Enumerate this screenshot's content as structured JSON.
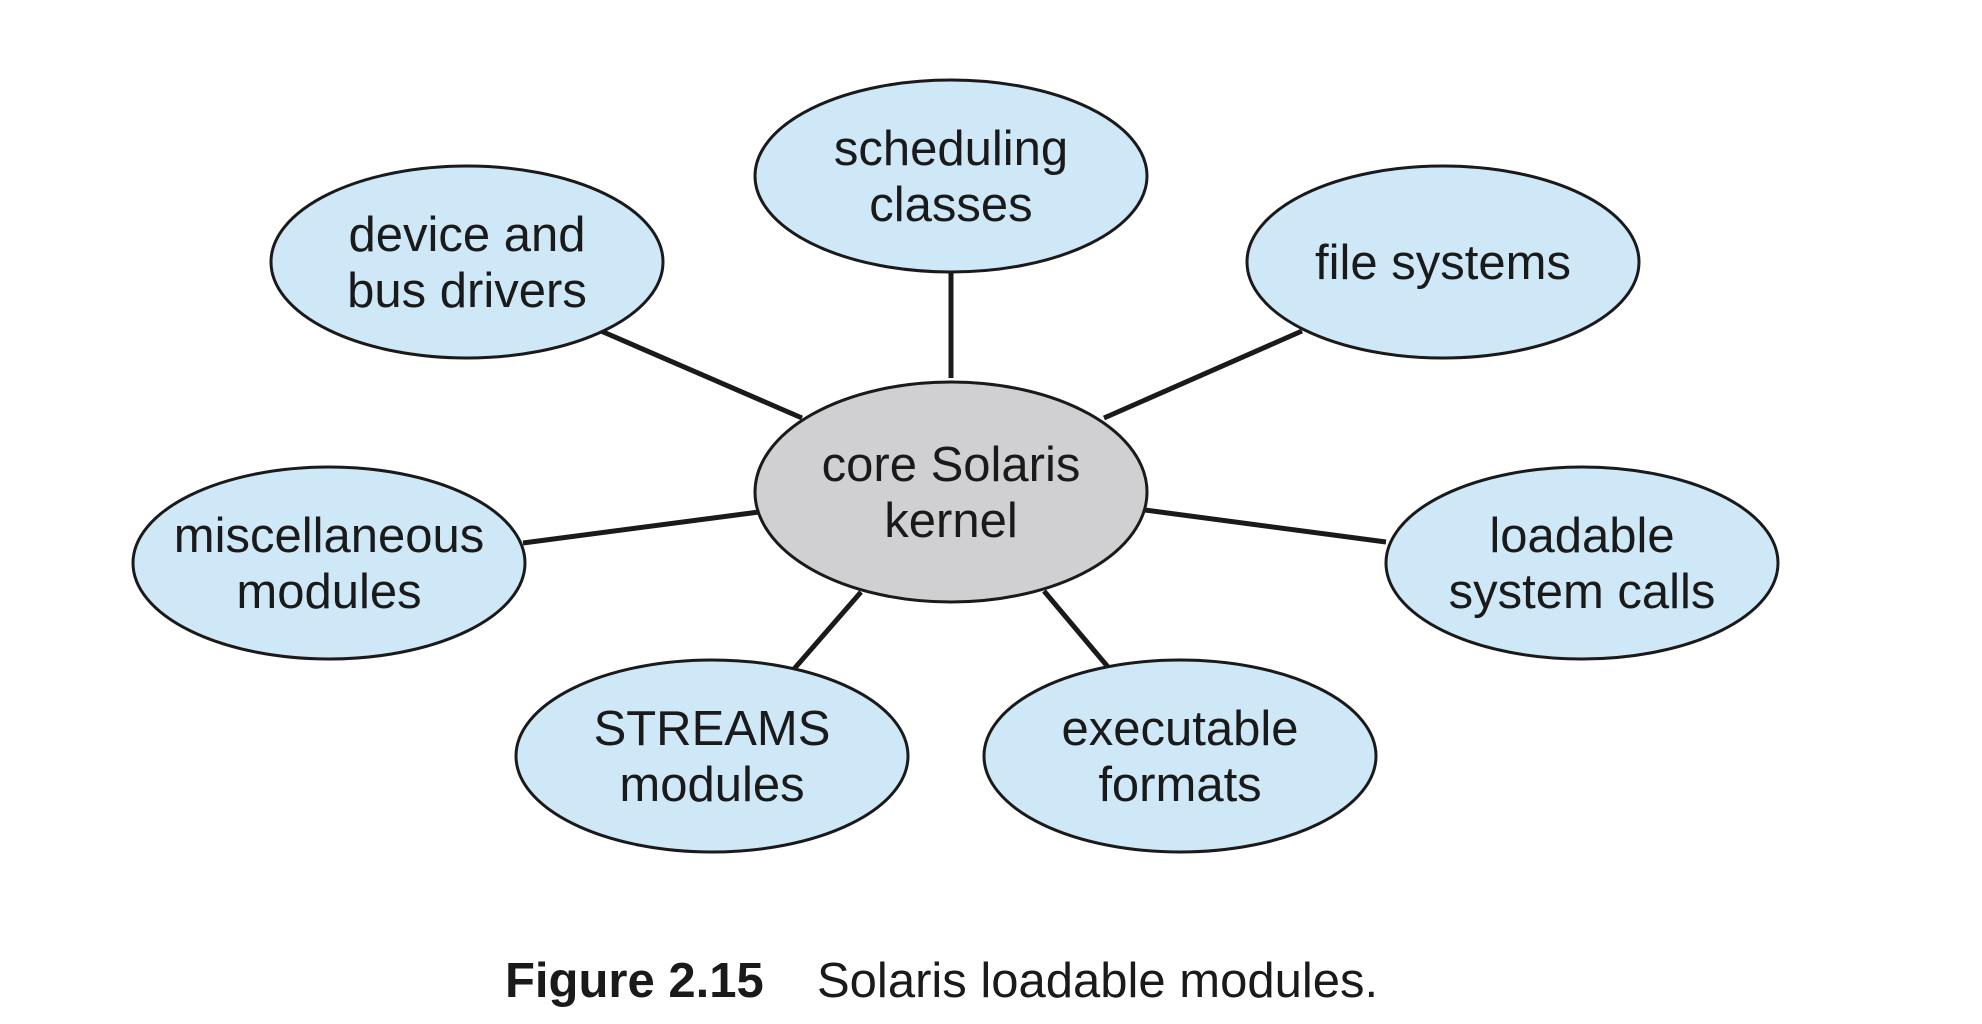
{
  "diagram": {
    "core": {
      "id": "core",
      "lines": [
        "core Solaris",
        "kernel"
      ]
    },
    "modules": [
      {
        "id": "scheduling",
        "lines": [
          "scheduling",
          "classes"
        ]
      },
      {
        "id": "filesystems",
        "lines": [
          "file systems"
        ]
      },
      {
        "id": "syscalls",
        "lines": [
          "loadable",
          "system calls"
        ]
      },
      {
        "id": "executable",
        "lines": [
          "executable",
          "formats"
        ]
      },
      {
        "id": "streams",
        "lines": [
          "STREAMS",
          "modules"
        ]
      },
      {
        "id": "misc",
        "lines": [
          "miscellaneous",
          "modules"
        ]
      },
      {
        "id": "drivers",
        "lines": [
          "device and",
          "bus drivers"
        ]
      }
    ],
    "edges": [
      {
        "from": "core",
        "to": "scheduling"
      },
      {
        "from": "core",
        "to": "filesystems"
      },
      {
        "from": "core",
        "to": "syscalls"
      },
      {
        "from": "core",
        "to": "executable"
      },
      {
        "from": "core",
        "to": "streams"
      },
      {
        "from": "core",
        "to": "misc"
      },
      {
        "from": "core",
        "to": "drivers"
      }
    ],
    "colors": {
      "module_fill": "#cfe8f8",
      "core_fill": "#d0d0d2",
      "stroke": "#1a1a1a",
      "text": "#1a1a1a"
    }
  },
  "caption": {
    "number": "Figure 2.15",
    "text": "Solaris loadable modules."
  }
}
